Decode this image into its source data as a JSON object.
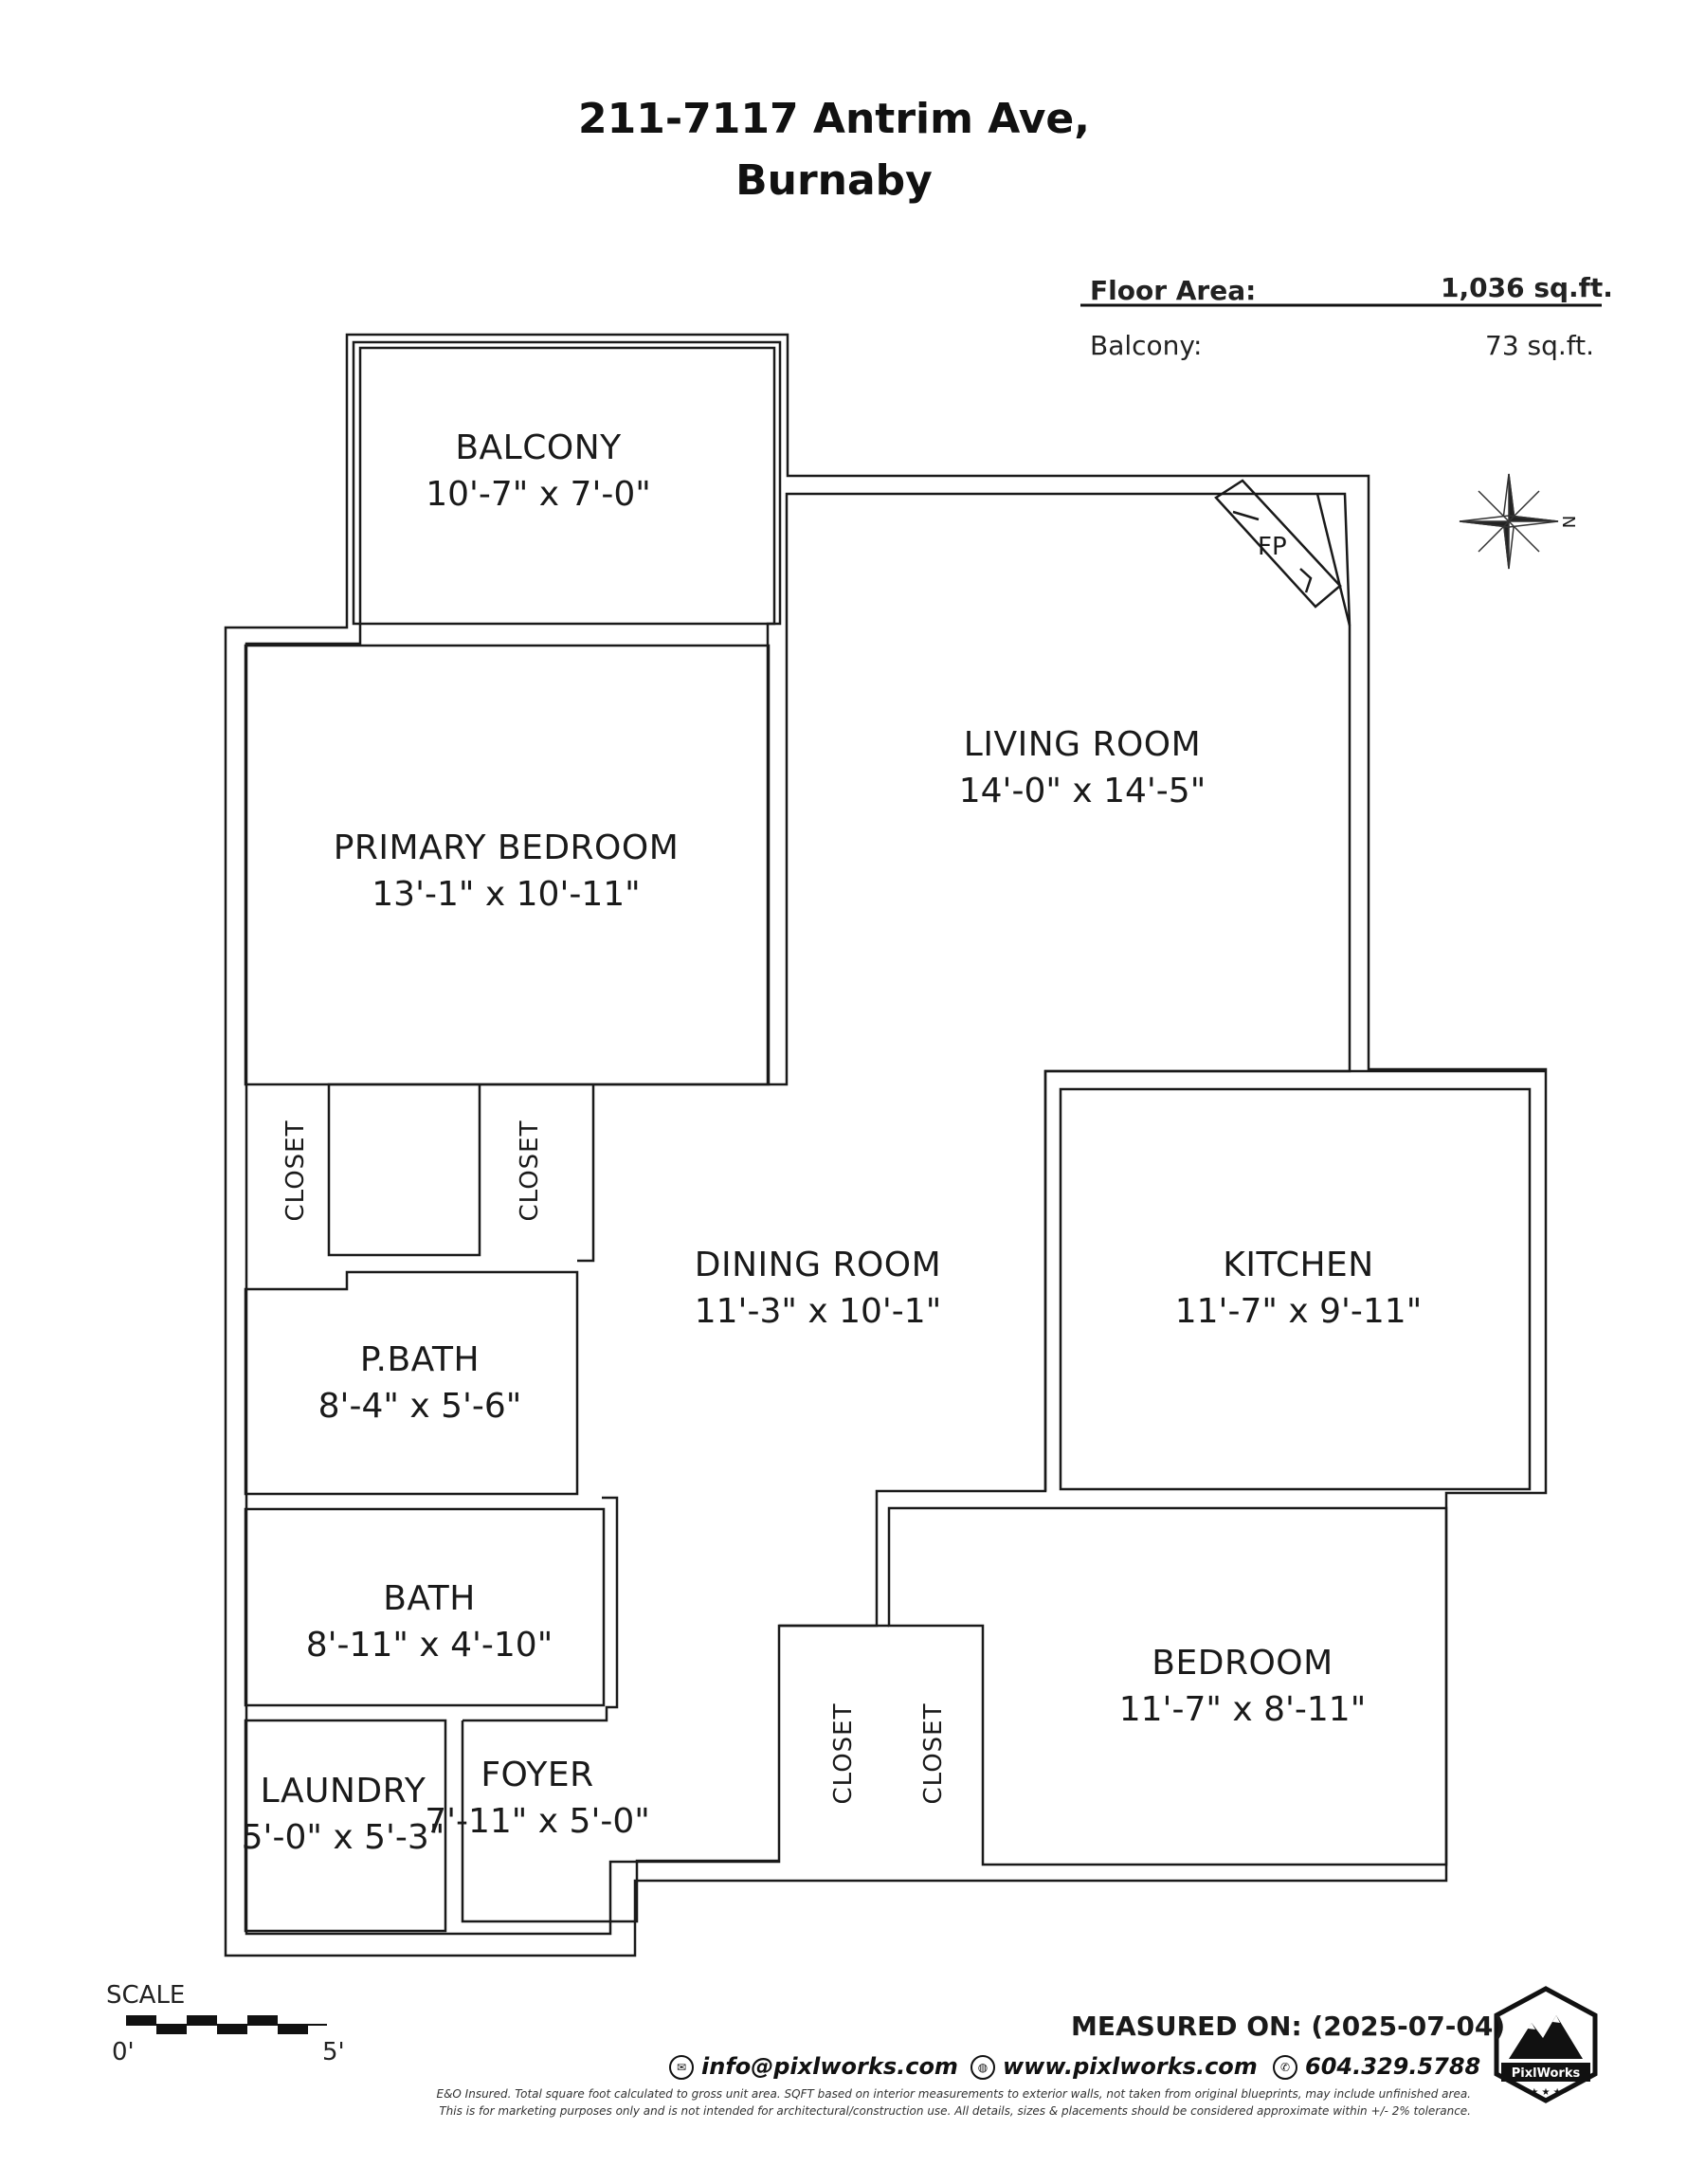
{
  "header": {
    "address_line1": "211-7117 Antrim Ave,",
    "address_line2": "Burnaby"
  },
  "areas": {
    "floor_area_label": "Floor Area:",
    "floor_area_value": "1,036 sq.ft.",
    "balcony_label": "Balcony:",
    "balcony_value": "73 sq.ft."
  },
  "rooms": {
    "balcony": {
      "name": "BALCONY",
      "dims": "10'-7\" x 7'-0\""
    },
    "living_room": {
      "name": "LIVING ROOM",
      "dims": "14'-0\" x 14'-5\""
    },
    "primary_bedroom": {
      "name": "PRIMARY BEDROOM",
      "dims": "13'-1\" x 10'-11\""
    },
    "dining_room": {
      "name": "DINING ROOM",
      "dims": "11'-3\" x 10'-1\""
    },
    "kitchen": {
      "name": "KITCHEN",
      "dims": "11'-7\" x 9'-11\""
    },
    "p_bath": {
      "name": "P.BATH",
      "dims": "8'-4\" x 5'-6\""
    },
    "bath": {
      "name": "BATH",
      "dims": "8'-11\" x 4'-10\""
    },
    "bedroom": {
      "name": "BEDROOM",
      "dims": "11'-7\" x 8'-11\""
    },
    "laundry": {
      "name": "LAUNDRY",
      "dims": "5'-0\" x 5'-3\""
    },
    "foyer": {
      "name": "FOYER",
      "dims": "7'-11\" x 5'-0\""
    }
  },
  "labels": {
    "closet": "CLOSET",
    "fireplace": "FP",
    "compass_n": "N"
  },
  "scale": {
    "label": "SCALE",
    "start": "0'",
    "end": "5'"
  },
  "footer": {
    "measured_on": "MEASURED ON: (2025-07-04)",
    "email": "info@pixlworks.com",
    "website": "www.pixlworks.com",
    "phone": "604.329.5788",
    "disclaimer1": "E&O Insured.  Total square foot calculated to gross unit area. SQFT based on interior measurements to exterior walls, not taken from original blueprints, may include unfinished area.",
    "disclaimer2": "This is for marketing purposes only and is not intended for architectural/construction use.  All details, sizes & placements should be considered approximate within +/- 2%  tolerance.",
    "logo_text": "PixlWorks"
  }
}
